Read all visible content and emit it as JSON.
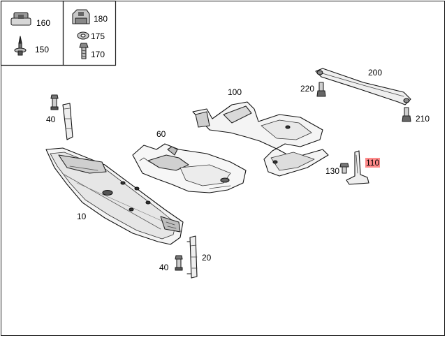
{
  "highlight_color": "#ff8a8a",
  "legend_left": {
    "items": [
      {
        "part_no": "160",
        "icon": "clip-nut-icon"
      },
      {
        "part_no": "150",
        "icon": "push-rivet-icon"
      }
    ]
  },
  "legend_right": {
    "items": [
      {
        "part_no": "180",
        "icon": "u-nut-icon"
      },
      {
        "part_no": "175",
        "icon": "washer-icon"
      },
      {
        "part_no": "170",
        "icon": "bolt-icon"
      }
    ]
  },
  "callouts": {
    "p10": "10",
    "p20": "20",
    "p40_top": "40",
    "p40_bottom": "40",
    "p60": "60",
    "p100": "100",
    "p110": "110",
    "p130": "130",
    "p200": "200",
    "p210": "210",
    "p220": "220"
  }
}
